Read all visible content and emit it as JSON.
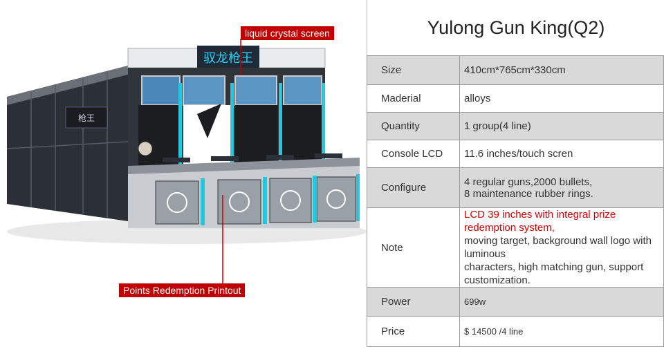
{
  "product": {
    "title": "Yulong Gun King(Q2)"
  },
  "callouts": {
    "top": "liquid crystal screen",
    "bottom": "Points Redemption Printout"
  },
  "specs": [
    {
      "label": "Size",
      "value": "410cm*765cm*330cm"
    },
    {
      "label": "Maderial",
      "value": "alloys"
    },
    {
      "label": "Quantity",
      "value": "1 group(4 line)"
    },
    {
      "label": "Console LCD",
      "value": "11.6 inches/touch scren"
    },
    {
      "label": "Configure",
      "value_line1": "4 regular guns,2000 bullets,",
      "value_line2": "8 maintenance rubber rings."
    },
    {
      "label": "Note",
      "value_red": "LCD 39 inches with integral prize redemption system,",
      "value_line2": "moving target, background wall logo with luminous",
      "value_line3": "characters, high matching gun, support customization."
    },
    {
      "label": "Power",
      "value": "699w"
    },
    {
      "label": "Price",
      "value": "$ 14500 /4 line"
    }
  ],
  "colors": {
    "callout_bg": "#c00000",
    "row_shade": "#d9d9d9",
    "note_red": "#d40000",
    "cabinet_cyan": "#22c8e0"
  }
}
